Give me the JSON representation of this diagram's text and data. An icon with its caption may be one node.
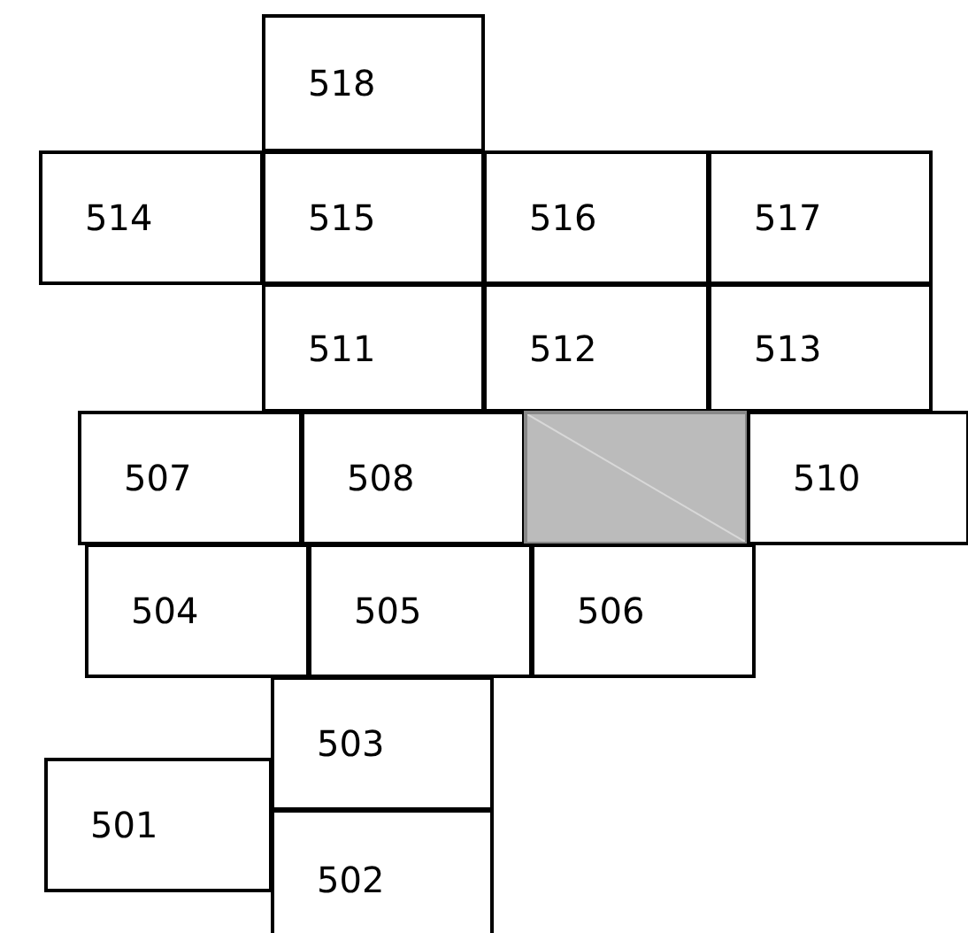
{
  "diagram": {
    "nodes": [
      {
        "text": [
          "518"
        ]
      },
      {
        "text": [
          "514"
        ]
      },
      {
        "text": [
          "515"
        ]
      },
      {
        "text": [
          "516"
        ]
      },
      {
        "text": [
          "517"
        ]
      },
      {
        "text": [
          "511"
        ]
      },
      {
        "text": [
          "512"
        ]
      },
      {
        "text": [
          "513"
        ]
      },
      {
        "text": [
          "507"
        ]
      },
      {
        "text": [
          "508"
        ]
      },
      {
        "text": [],
        "shape": "box"
      },
      {
        "text": [
          "510"
        ]
      },
      {
        "text": [
          "504"
        ]
      },
      {
        "text": [
          "505"
        ]
      },
      {
        "text": [
          "506"
        ]
      },
      {
        "text": [
          "503"
        ]
      },
      {
        "text": [
          "501"
        ]
      },
      {
        "text": [
          "502"
        ]
      }
    ],
    "edges": []
  }
}
